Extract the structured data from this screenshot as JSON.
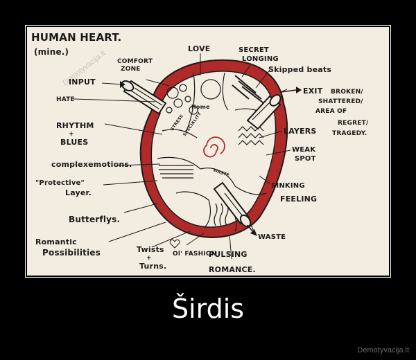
{
  "poster": {
    "title": "HUMAN HEART.",
    "subtitle": "(mine.)",
    "labels": {
      "comfort_zone": "COMFORT ZONE",
      "love": "LOVE",
      "secret_longing": "SECRET LONGING",
      "skipped_beats": "Skipped beats",
      "input": "INPUT",
      "home": "Home",
      "exit": "EXIT",
      "broken": "BROKEN/ SHATTERED/ AREA OF REGRET/ TRAGEDY.",
      "hate": "HATE",
      "rhythm_blues": "RHYTHM + BLUES",
      "layers": "LAYERS",
      "complex_emotions": "complexemotions.",
      "weak_spot": "WEAK SPOT",
      "protective_layer": "\"Protective\" Layer.",
      "sinking_feeling": "SINKING FEELING",
      "butterflys": "Butterflys.",
      "waste_label": "WASTE",
      "romantic_possibilities": "Romantic Possibilities",
      "twists_turns": "Twists + Turns.",
      "of_fashion": "Ol' FASHION",
      "pulsing_romance": "PULSING ROMANCE.",
      "inside_waste": "WASTE",
      "inside_stress": "STRESS",
      "inside_speciality": "SPECIALITY"
    },
    "watermark": "Demotyvacija.lt"
  },
  "caption": "Širdis",
  "site": "Demotyvacija.lt",
  "colors": {
    "heart_red": "#b02a2a",
    "paper": "#f3ece1",
    "ink": "#1a1a1a"
  }
}
